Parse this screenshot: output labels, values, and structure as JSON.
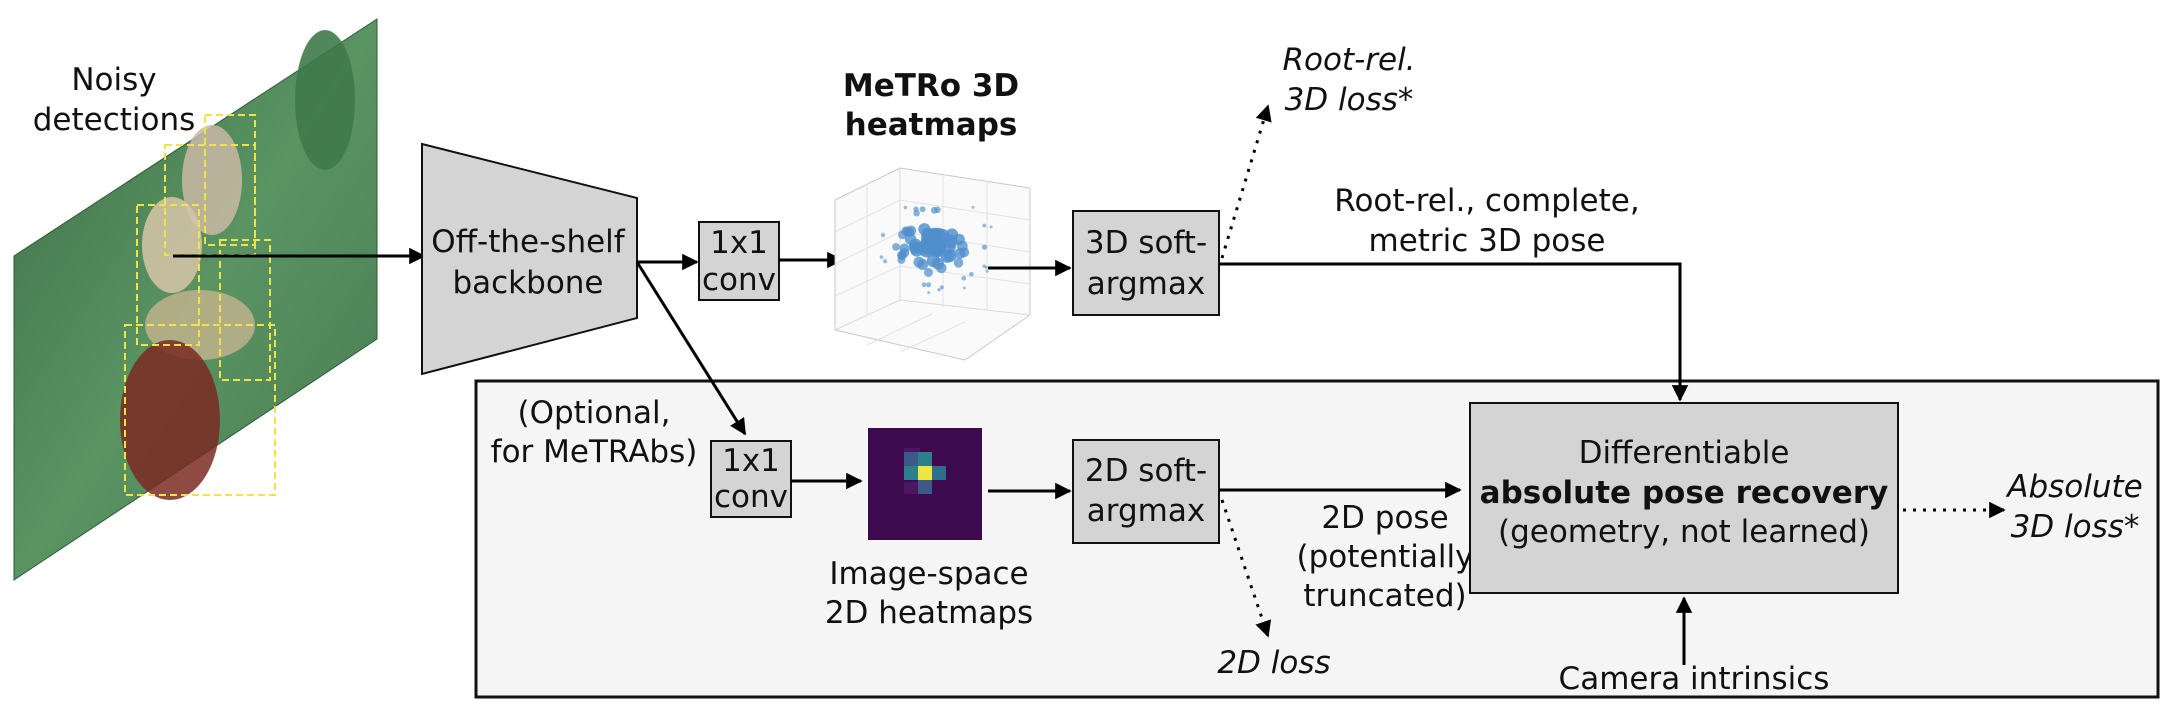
{
  "input": {
    "label_line1": "Noisy",
    "label_line2": "detections"
  },
  "backbone": {
    "line1": "Off-the-shelf",
    "line2": "backbone"
  },
  "conv_top": {
    "line1": "1x1",
    "line2": "conv"
  },
  "metro_heatmaps": {
    "line1": "MeTRo 3D",
    "line2": "heatmaps"
  },
  "softargmax_3d": {
    "line1": "3D soft-",
    "line2": "argmax"
  },
  "root_rel_loss": {
    "line1": "Root-rel.",
    "line2": "3D loss*"
  },
  "root_rel_pose": {
    "line1": "Root-rel., complete,",
    "line2": "metric 3D pose"
  },
  "optional_note": {
    "line1": "(Optional,",
    "line2": "for MeTRAbs)"
  },
  "conv_bottom": {
    "line1": "1x1",
    "line2": "conv"
  },
  "image_space_heatmaps": {
    "line1": "Image-space",
    "line2": "2D heatmaps"
  },
  "softargmax_2d": {
    "line1": "2D soft-",
    "line2": "argmax"
  },
  "pose_2d": {
    "line1": "2D pose",
    "line2": "(potentially",
    "line3": "truncated)"
  },
  "loss_2d": {
    "label": "2D loss"
  },
  "recovery": {
    "line1": "Differentiable",
    "line2": "absolute pose recovery",
    "line3": "(geometry, not learned)"
  },
  "absolute_loss": {
    "line1": "Absolute",
    "line2": "3D loss*"
  },
  "camera": {
    "label": "Camera intrinsics"
  },
  "colors": {
    "box_fill": "#d4d4d4",
    "panel_fill": "#f5f5f5",
    "green_scene": "#4f8a5a",
    "heatmap_bg": "#3d0a4f",
    "blob": "#4f8fcc"
  }
}
